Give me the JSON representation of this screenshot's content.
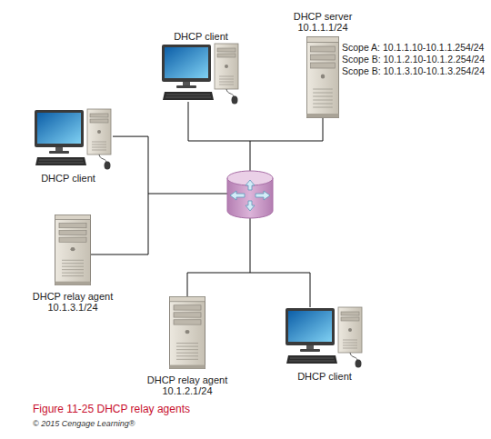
{
  "diagram": {
    "caption": "Figure 11-25 DHCP relay agents",
    "nodes": [
      {
        "text": [
          "DHCP client"
        ]
      },
      {
        "text": [
          "DHCP server 10.1.1.1/24",
          "Scope A: 10.1.1.10-10.1.1.254/24",
          "Scope B: 10.1.2.10-10.1.2.254/24",
          "Scope B: 10.1.3.10-10.1.3.254/24"
        ]
      },
      {
        "text": [
          "DHCP client"
        ]
      },
      {
        "text": [
          "DHCP relay agent 10.1.3.1/24"
        ]
      },
      {
        "text": [
          "DHCP relay agent 10.1.2.1/24"
        ]
      },
      {
        "text": [
          "DHCP client"
        ]
      }
    ],
    "edges": [
      {
        "from": 0,
        "to": 1,
        "arrow": "none"
      },
      {
        "from": 2,
        "to": 3,
        "arrow": "none"
      },
      {
        "from": 4,
        "to": 5,
        "arrow": "none"
      }
    ],
    "labels": [
      "© 2015 Cengage Learning®"
    ]
  }
}
